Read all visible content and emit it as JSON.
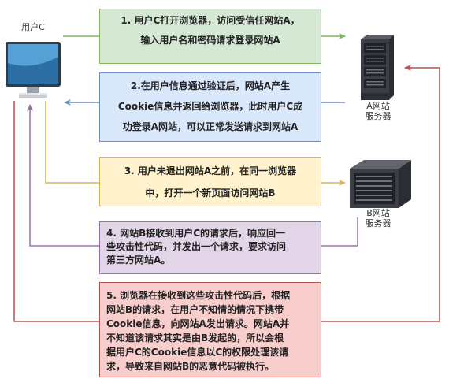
{
  "actors": {
    "user_label": "用户C",
    "server_a_label": "A网站\n服务器",
    "server_b_label": "B网站\n服务器"
  },
  "steps": [
    {
      "text": "1. 用户C打开浏览器，访问受信任网站A，\n输入用户名和密码请求登录网站A",
      "fill": "#d5e8d4",
      "stroke": "#82b366"
    },
    {
      "text": "2.在用户信息通过验证后，网站A产生\nCookie信息并返回给浏览器，此时用户C成\n功登录A网站，可以正常发送请求到网站A",
      "fill": "#dae8fc",
      "stroke": "#6c8ebf"
    },
    {
      "text": "3. 用户未退出网站A之前，在同一浏览器\n中，打开一个新页面访问网站B",
      "fill": "#fff2cc",
      "stroke": "#d6b656"
    },
    {
      "text": "4. 网站B接收到用户C的请求后，响应回一\n些攻击性代码，并发出一个请求，要求访问\n第三方网站A。",
      "fill": "#e1d5e7",
      "stroke": "#9673a6"
    },
    {
      "text": "5. 浏览器在接收到这些攻击性代码后，根据\n网站B的请求，在用户不知情的情况下携带\nCookie信息，向网站A发出请求。网站A并\n不知道该请求其实是由B发起的，所以会根\n据用户C的Cookie信息以C的权限处理该请\n求，导致来自网站B的恶意代码被执行。",
      "fill": "#f8cecc",
      "stroke": "#b85450"
    }
  ],
  "colors": {
    "green_arrow": "#82b366",
    "blue_arrow": "#6c8ebf",
    "yellow_arrow": "#d6b656",
    "purple_arrow": "#9673a6",
    "red_arrow": "#b85450"
  }
}
